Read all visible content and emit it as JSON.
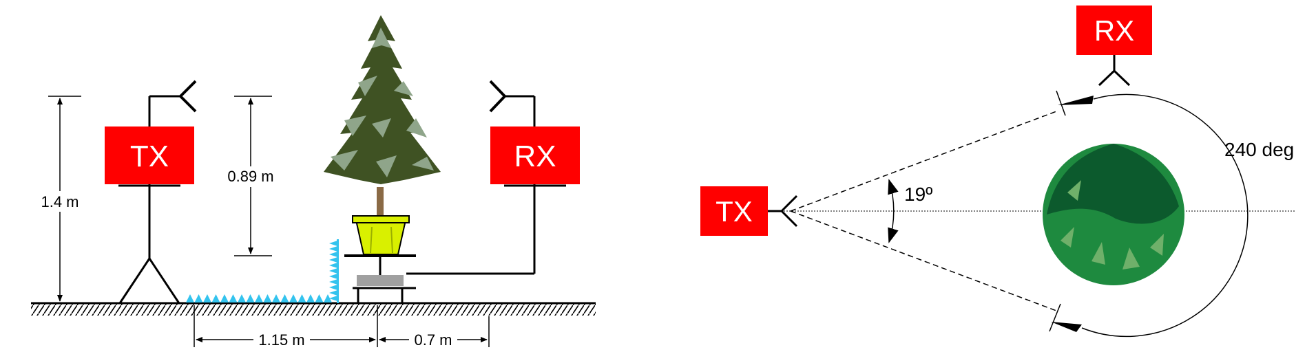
{
  "side_view": {
    "tx_label": "TX",
    "rx_label": "RX",
    "height_tx": "1.4 m",
    "height_tree": "0.89 m",
    "dist_tx_tree": "1.15 m",
    "dist_tree_rx": "0.7 m"
  },
  "top_view": {
    "tx_label": "TX",
    "rx_label": "RX",
    "beam_angle": "19º",
    "sweep_angle": "240 deg"
  },
  "colors": {
    "box_red": "#ff0000",
    "absorber_blue": "#33c3ee",
    "pot_yellow": "#d9f000",
    "tree_dark": "#3f5223",
    "tree_light": "#8fa58a",
    "bush_dark": "#0c5a2d",
    "bush_mid": "#1e8a3f"
  }
}
